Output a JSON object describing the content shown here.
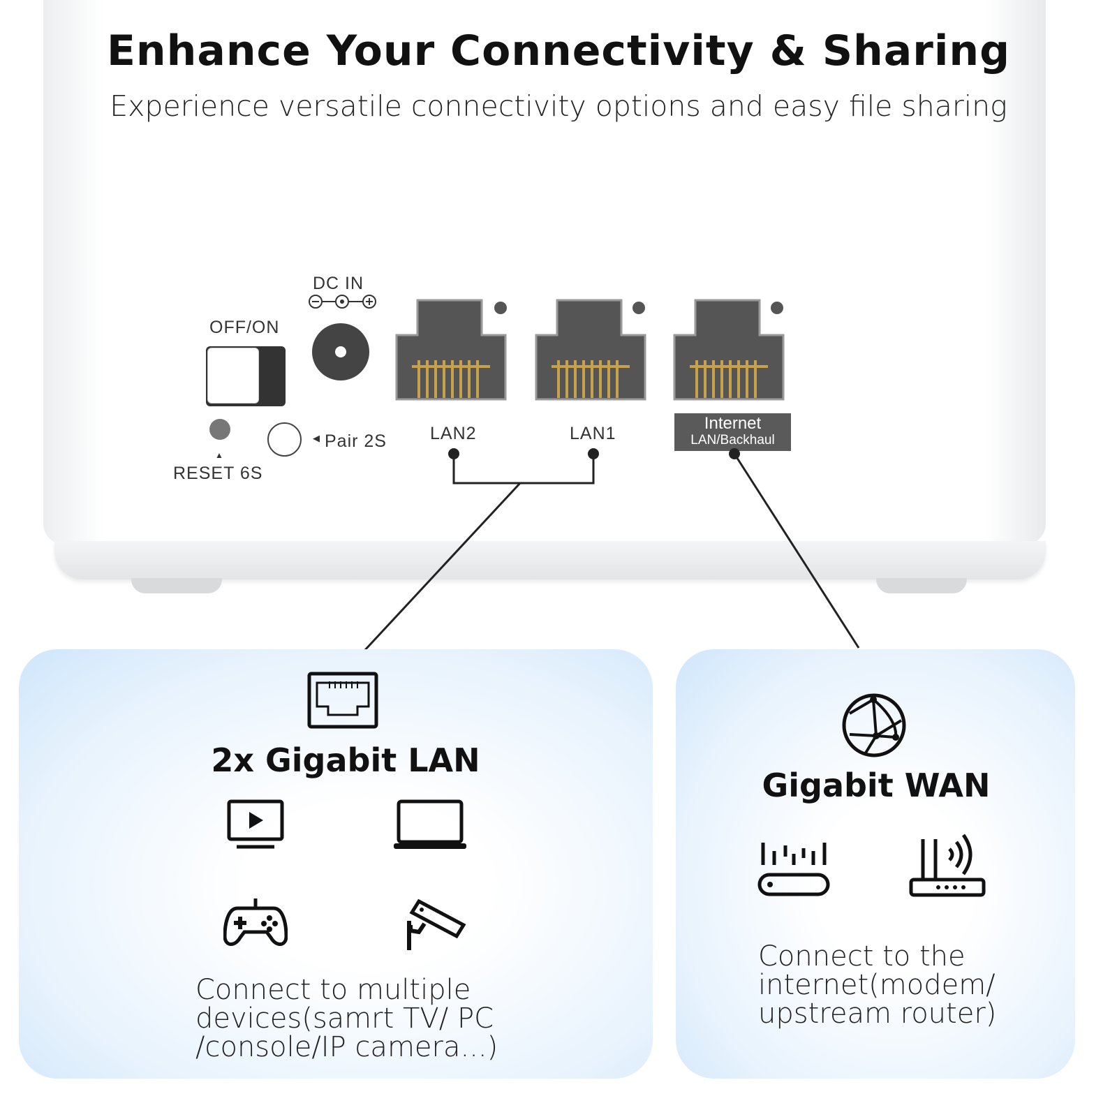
{
  "header": {
    "title": "Enhance Your Connectivity & Sharing",
    "subtitle": "Experience versatile connectivity options and easy file sharing"
  },
  "device": {
    "power_label": "OFF/ON",
    "dc_label": "DC IN",
    "reset_label": "RESET 6S",
    "pair_label": "Pair 2S",
    "ports": [
      {
        "label": "LAN2"
      },
      {
        "label": "LAN1"
      }
    ],
    "internet_label": "Internet",
    "internet_sub": "LAN/Backhaul"
  },
  "panels": {
    "lan": {
      "title": "2x Gigabit LAN",
      "desc": [
        "Connect to multiple",
        "devices(samrt TV/ PC",
        "/console/IP camera...)"
      ],
      "icons": [
        "ethernet-port-icon",
        "tv-icon",
        "laptop-icon",
        "gamepad-icon",
        "security-camera-icon"
      ]
    },
    "wan": {
      "title": "Gigabit WAN",
      "desc": [
        "Connect to the",
        "internet(modem/",
        "upstream router)"
      ],
      "icons": [
        "globe-network-icon",
        "modem-icon",
        "router-icon"
      ]
    }
  },
  "colors": {
    "panel_edge": "#cfe6fb",
    "port": "#555555",
    "pins": "#c8a24a"
  }
}
